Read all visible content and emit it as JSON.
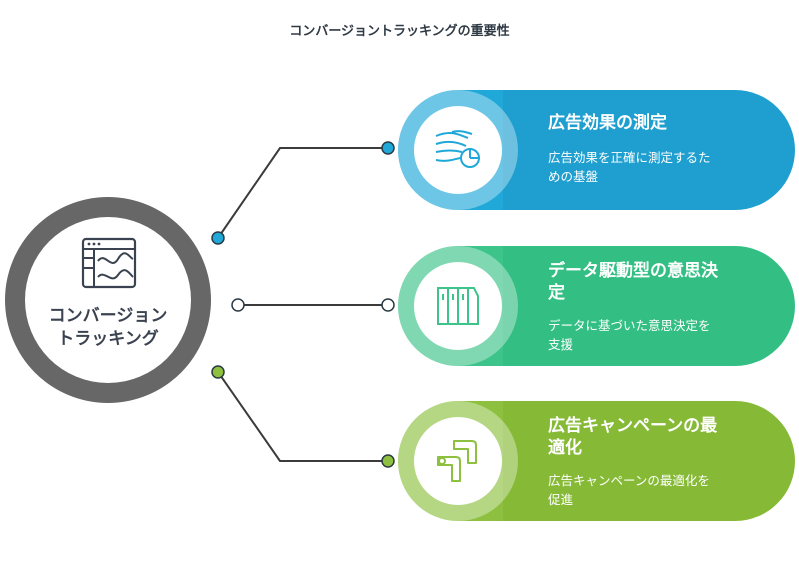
{
  "title": "コンバージョントラッキングの重要性",
  "hub": {
    "label_line1": "コンバージョン",
    "label_line2": "トラッキング",
    "icon": "analytics-window-icon",
    "color": "#676767"
  },
  "cards": [
    {
      "title": "広告効果の測定",
      "description_line1": "広告効果を正確に測定するた",
      "description_line2": "めの基盤",
      "icon": "wind-chart-icon",
      "color": "#1fa8d8",
      "dark": "#1f9fcf"
    },
    {
      "title_line1": "データ駆動型の意思決",
      "title_line2": "定",
      "description_line1": "データに基づいた意思決定を",
      "description_line2": "支援",
      "icon": "columns-icon",
      "color": "#3cc48a",
      "dark": "#33bf83"
    },
    {
      "title_line1": "広告キャンペーンの最",
      "title_line2": "適化",
      "description_line1": "広告キャンペーンの最適化を",
      "description_line2": "促進",
      "icon": "route-arrows-icon",
      "color": "#8ec03f",
      "dark": "#86ba36"
    }
  ]
}
